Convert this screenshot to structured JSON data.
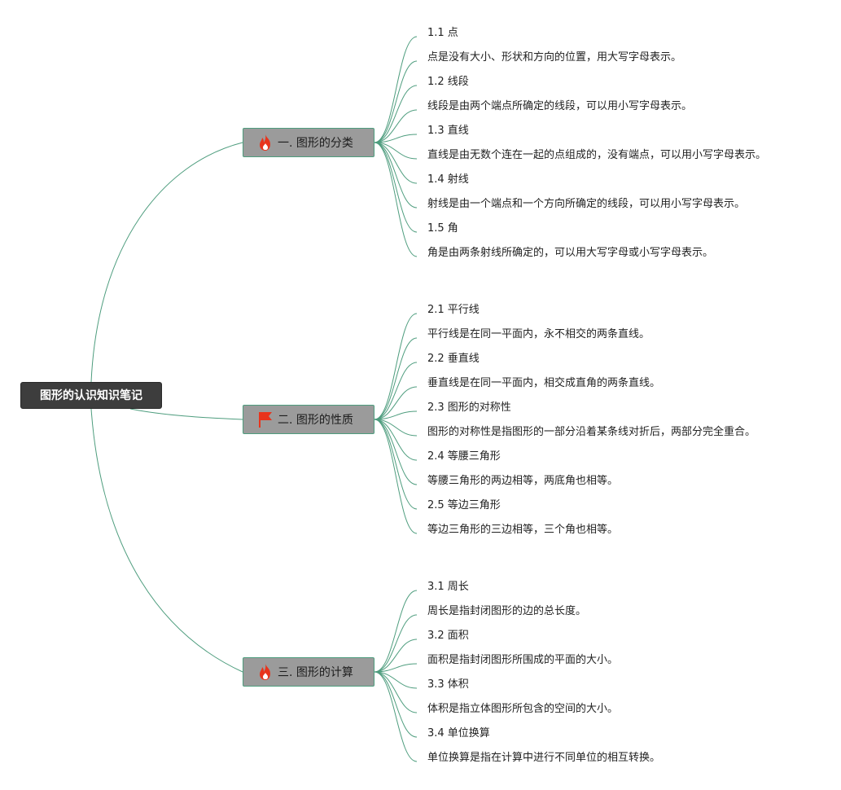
{
  "root": {
    "label": "图形的认识知识笔记"
  },
  "colors": {
    "connector": "#4e9d7e",
    "root_bg": "#3d3d3d",
    "branch_bg": "#9b9b9b",
    "icon_red": "#e8341c"
  },
  "branches": [
    {
      "label": "一. 图形的分类",
      "icon": "fire-icon",
      "leaves": [
        "1.1 点",
        "点是没有大小、形状和方向的位置，用大写字母表示。",
        "1.2 线段",
        "线段是由两个端点所确定的线段，可以用小写字母表示。",
        "1.3 直线",
        "直线是由无数个连在一起的点组成的，没有端点，可以用小写字母表示。",
        "1.4 射线",
        "射线是由一个端点和一个方向所确定的线段，可以用小写字母表示。",
        "1.5 角",
        "角是由两条射线所确定的，可以用大写字母或小写字母表示。"
      ]
    },
    {
      "label": "二. 图形的性质",
      "icon": "flag-icon",
      "leaves": [
        "2.1 平行线",
        "平行线是在同一平面内，永不相交的两条直线。",
        "2.2 垂直线",
        "垂直线是在同一平面内，相交成直角的两条直线。",
        "2.3 图形的对称性",
        "图形的对称性是指图形的一部分沿着某条线对折后，两部分完全重合。",
        "2.4 等腰三角形",
        "等腰三角形的两边相等，两底角也相等。",
        "2.5 等边三角形",
        "等边三角形的三边相等，三个角也相等。"
      ]
    },
    {
      "label": "三. 图形的计算",
      "icon": "fire-icon",
      "leaves": [
        "3.1 周长",
        "周长是指封闭图形的边的总长度。",
        "3.2 面积",
        "面积是指封闭图形所围成的平面的大小。",
        "3.3 体积",
        "体积是指立体图形所包含的空间的大小。",
        "3.4 单位换算",
        "单位换算是指在计算中进行不同单位的相互转换。"
      ]
    }
  ]
}
